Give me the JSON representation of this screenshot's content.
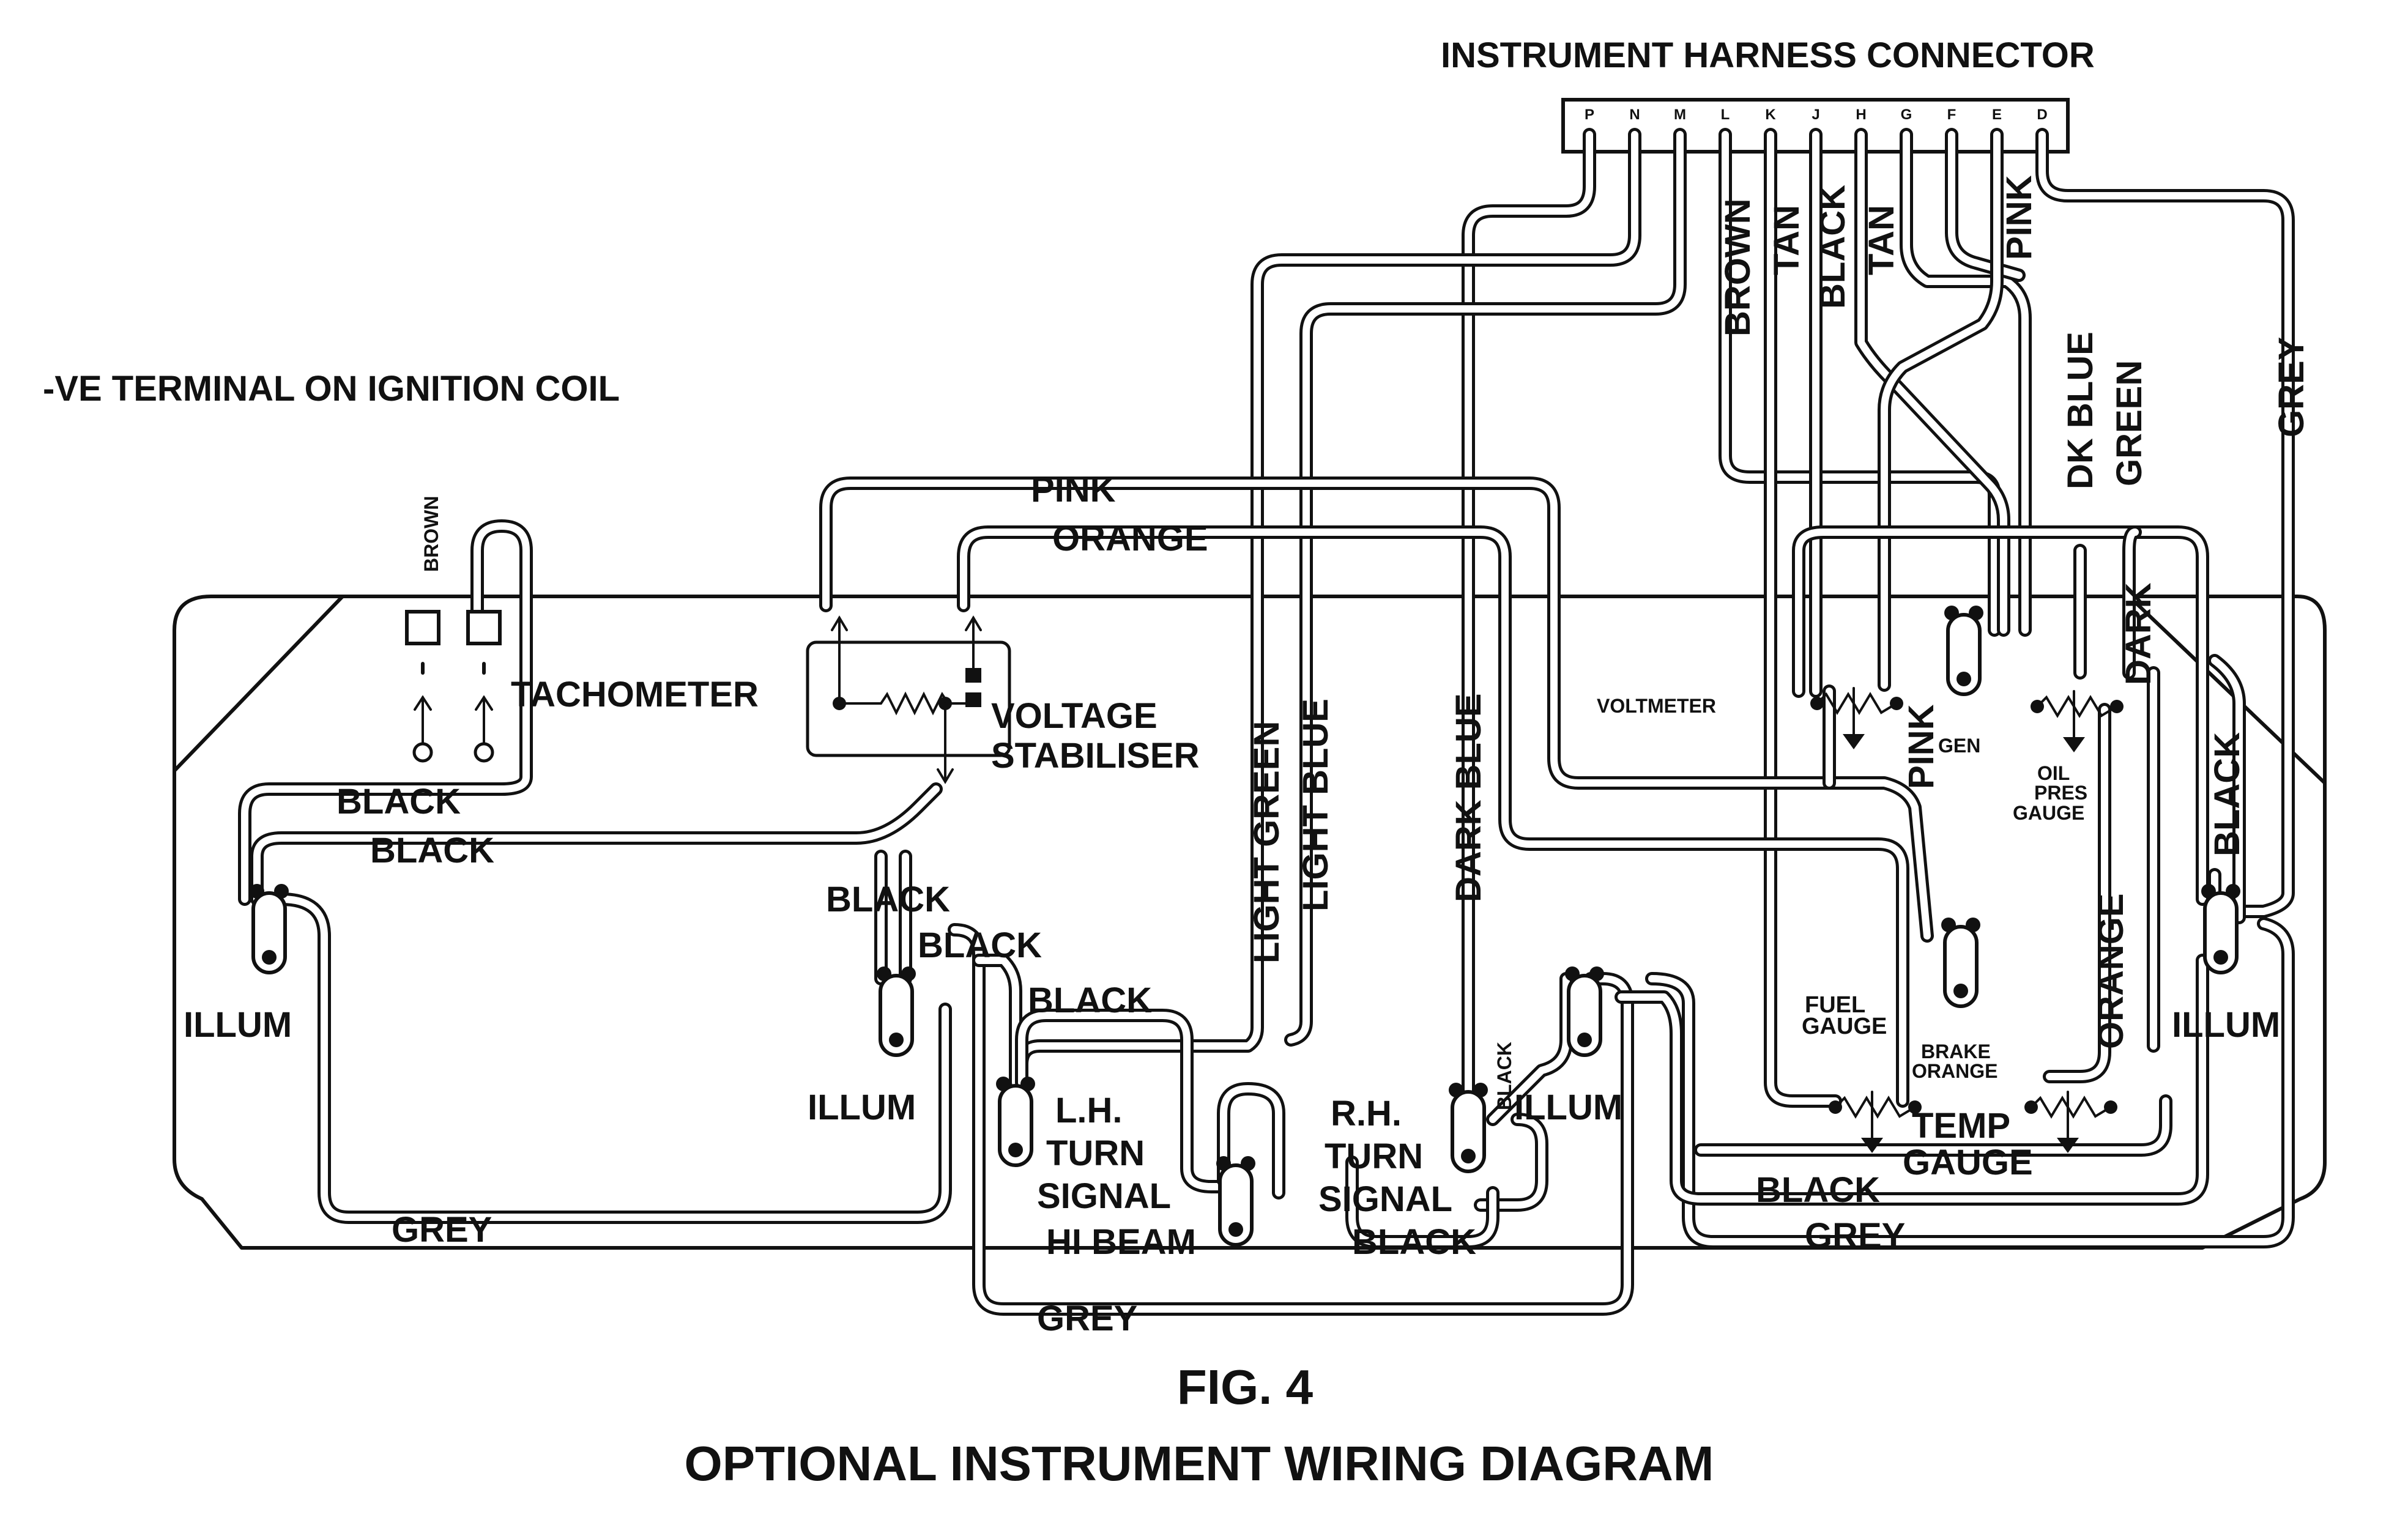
{
  "diagram": {
    "harness_title": "INSTRUMENT HARNESS CONNECTOR",
    "coil_label": "-VE TERMINAL ON IGNITION COIL",
    "harness_pins": [
      "P",
      "N",
      "M",
      "L",
      "K",
      "J",
      "H",
      "G",
      "F",
      "E",
      "D"
    ],
    "components": {
      "tachometer": "TACHOMETER",
      "voltage_stabiliser_1": "VOLTAGE",
      "voltage_stabiliser_2": "STABILISER",
      "voltmeter": "VOLTMETER",
      "gen": "GEN",
      "oil_1": "OIL",
      "oil_2": "PRES",
      "oil_3": "GAUGE",
      "fuel_1": "FUEL",
      "fuel_2": "GAUGE",
      "brake_1": "BRAKE",
      "brake_2": "ORANGE",
      "temp_1": "TEMP",
      "temp_2": "GAUGE",
      "lh_1": "L.H.",
      "lh_2": "TURN",
      "lh_3": "SIGNAL",
      "hibeam": "HI BEAM",
      "rh_1": "R.H.",
      "rh_2": "TURN",
      "rh_3": "SIGNAL",
      "illum": "ILLUM"
    },
    "wire_labels": {
      "brown": "BROWN",
      "tan": "TAN",
      "black": "BLACK",
      "pink": "PINK",
      "dk_blue": "DK BLUE",
      "green": "GREEN",
      "grey": "GREY",
      "orange": "ORANGE",
      "light_green": "LIGHT GREEN",
      "light_blue": "LIGHT BLUE",
      "dark_blue": "DARK BLUE",
      "dark": "DARK"
    },
    "caption_fig": "FIG. 4",
    "caption_title": "OPTIONAL INSTRUMENT WIRING DIAGRAM"
  }
}
